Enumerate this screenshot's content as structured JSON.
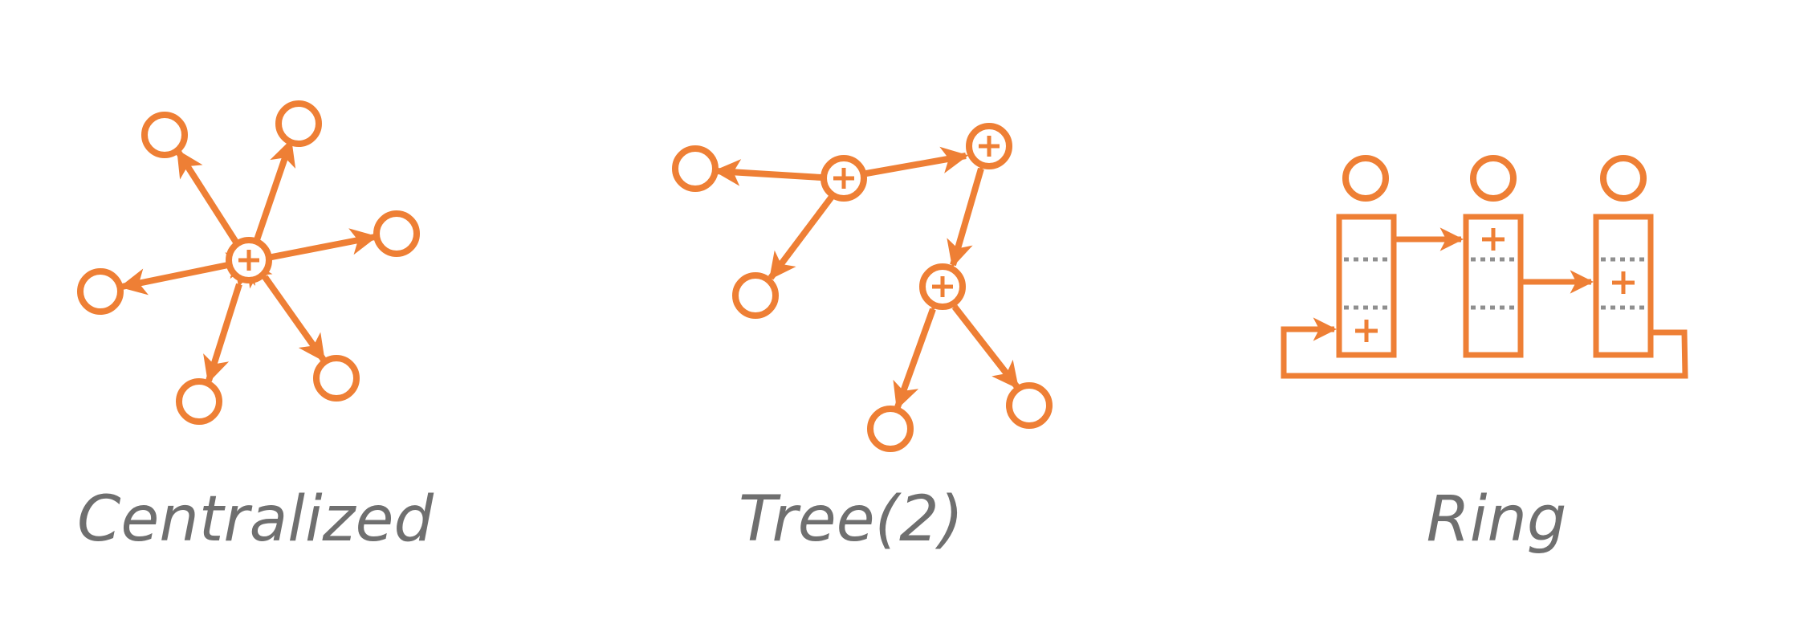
{
  "colors": {
    "accent": "#ee7f35",
    "caption": "#6f6f6f",
    "divider": "#8f8f8f",
    "background": "#ffffff"
  },
  "diagrams": [
    {
      "id": "centralized",
      "caption": "Centralized"
    },
    {
      "id": "tree",
      "caption": "Tree(2)"
    },
    {
      "id": "ring",
      "caption": "Ring"
    }
  ]
}
